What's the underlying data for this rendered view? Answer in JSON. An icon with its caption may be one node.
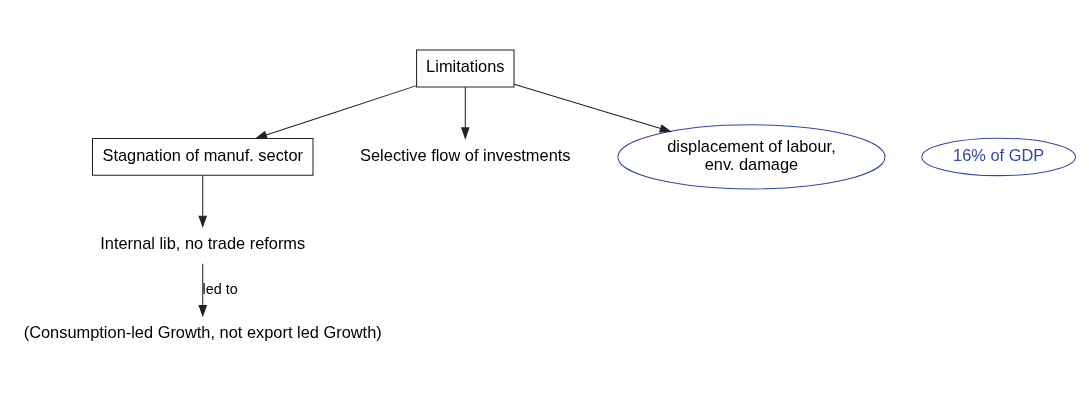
{
  "diagram": {
    "nodes": [
      {
        "text": [
          "Limitations"
        ]
      },
      {
        "text": [
          "Stagnation of manuf. sector"
        ]
      },
      {
        "text": [
          "16% of GDP"
        ]
      },
      {
        "text": [
          "Selective flow of investments"
        ]
      },
      {
        "text": [
          "Internal lib, no trade reforms"
        ]
      },
      {
        "text": [
          "(Consumption-led Growth, not export led Growth)"
        ]
      },
      {
        "text": [
          "displacement of labour, env. damage"
        ]
      }
    ],
    "edges": [
      {
        "from": 0,
        "to": 1,
        "arrow": "to"
      },
      {
        "from": 0,
        "to": 3,
        "arrow": "to"
      },
      {
        "from": 0,
        "to": 6,
        "arrow": "to"
      },
      {
        "from": 1,
        "to": 4,
        "arrow": "to"
      },
      {
        "from": 4,
        "to": 5,
        "arrow": "to",
        "label": "led to"
      }
    ]
  }
}
